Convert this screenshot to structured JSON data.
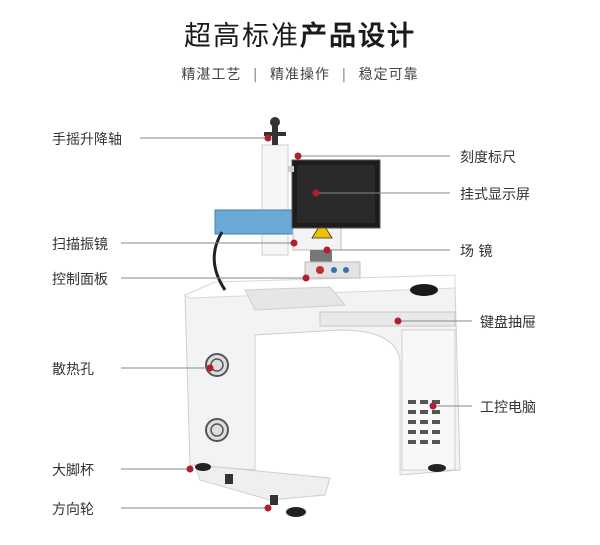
{
  "header": {
    "title_light": "超高标准",
    "title_bold": "产品设计",
    "subtitle_items": [
      "精湛工艺",
      "精准操作",
      "稳定可靠"
    ],
    "subtitle_separator": "|"
  },
  "callouts": {
    "left": [
      "手摇升降轴",
      "扫描振镜",
      "控制面板",
      "散热孔",
      "大脚杯",
      "方向轮"
    ],
    "right": [
      "刻度标尺",
      "挂式显示屏",
      "场 镜",
      "键盘抽屉",
      "工控电脑"
    ]
  },
  "colors": {
    "marker": "#b01e2f",
    "leader_line": "#888888",
    "machine_body": "#f4f4f4",
    "scanner_blue": "#6aa8d8"
  }
}
